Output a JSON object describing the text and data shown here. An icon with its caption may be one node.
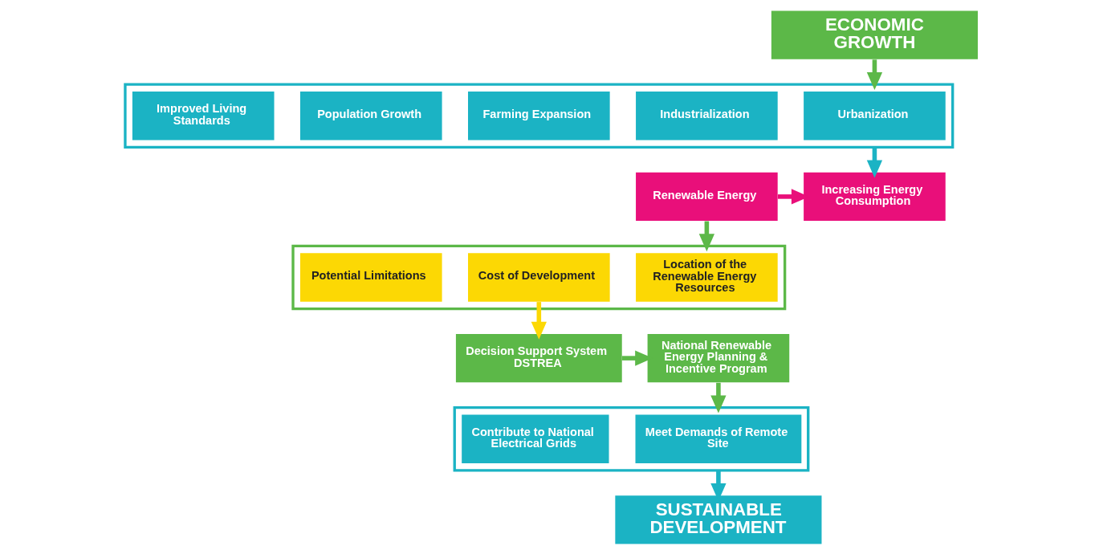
{
  "diagram": {
    "nodes": [
      {
        "text": [
          "ECONOMIC GROWTH"
        ]
      },
      {
        "text": [],
        "shape": "box"
      },
      {
        "text": [
          "Urbanization"
        ],
        "in": 1
      },
      {
        "text": [
          "Industrialization"
        ],
        "in": 1
      },
      {
        "text": [
          "Farming Expansion"
        ],
        "in": 1
      },
      {
        "text": [
          "Population Growth"
        ],
        "in": 1
      },
      {
        "text": [
          "Improved Living Standards"
        ],
        "in": 1
      },
      {
        "text": [
          "Renewable Energy"
        ]
      },
      {
        "text": [
          "Increasing Energy Consumption"
        ]
      },
      {
        "text": [],
        "shape": "box"
      },
      {
        "text": [
          "Location of the Renewable Energy Resources"
        ],
        "in": 9
      },
      {
        "text": [
          "Cost of Development"
        ],
        "in": 9
      },
      {
        "text": [
          "Potential Limitations"
        ],
        "in": 9
      },
      {
        "text": [
          "Decision Support System DSTREA"
        ]
      },
      {
        "text": [
          "National Renewable Energy Planning & Incentive Program"
        ]
      },
      {
        "text": [],
        "shape": "box"
      },
      {
        "text": [
          "Meet Demands of Remote Site"
        ],
        "in": 15
      },
      {
        "text": [
          "Contribute to National Electrical Grids"
        ],
        "in": 15
      },
      {
        "text": [
          "SUSTAINABLE DEVELOPMENT"
        ]
      }
    ],
    "edges": [
      {
        "from": 0,
        "to": 1,
        "arrow": "to",
        "color": "#5cb848"
      },
      {
        "from": 1,
        "to": 8,
        "arrow": "to",
        "color": "#1bb3c4"
      },
      {
        "from": 7,
        "to": 8,
        "arrow": "to",
        "color": "#e90f7a"
      },
      {
        "from": 7,
        "to": 9,
        "arrow": "to",
        "color": "#5cb848"
      },
      {
        "from": 11,
        "to": 13,
        "arrow": "to",
        "color": "#fcd804"
      },
      {
        "from": 13,
        "to": 14,
        "arrow": "to",
        "color": "#5cb848"
      },
      {
        "from": 14,
        "to": 15,
        "arrow": "to",
        "color": "#5cb848"
      },
      {
        "from": 15,
        "to": 18,
        "arrow": "to",
        "color": "#1bb3c4"
      }
    ]
  }
}
